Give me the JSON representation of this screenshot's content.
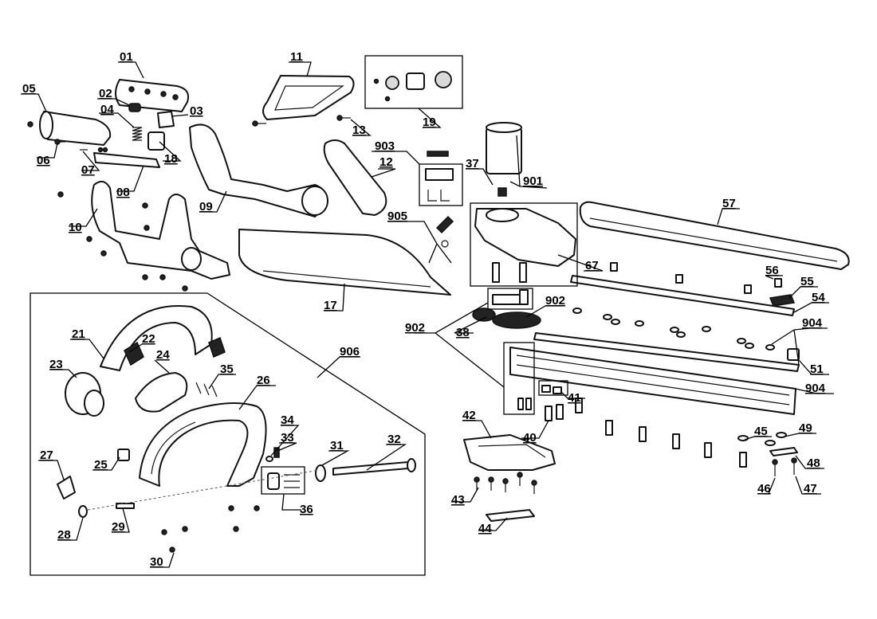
{
  "labels": {
    "l01": "01",
    "l02": "02",
    "l03": "03",
    "l04": "04",
    "l05": "05",
    "l06": "06",
    "l07": "07",
    "l08": "08",
    "l09": "09",
    "l10": "10",
    "l11": "11",
    "l12": "12",
    "l13": "13",
    "l17": "17",
    "l18": "18",
    "l19": "19",
    "l21": "21",
    "l22": "22",
    "l23": "23",
    "l24": "24",
    "l25": "25",
    "l26": "26",
    "l27": "27",
    "l28": "28",
    "l29": "29",
    "l30": "30",
    "l31": "31",
    "l32": "32",
    "l33": "33",
    "l34": "34",
    "l35": "35",
    "l36": "36",
    "l37": "37",
    "l38": "38",
    "l40": "40",
    "l41": "41",
    "l42": "42",
    "l43": "43",
    "l44": "44",
    "l45": "45",
    "l46": "46",
    "l47": "47",
    "l48": "48",
    "l49": "49",
    "l51": "51",
    "l54": "54",
    "l55": "55",
    "l56": "56",
    "l57": "57",
    "l67": "67",
    "l901": "901",
    "l902a": "902",
    "l902b": "902",
    "l903": "903",
    "l904a": "904",
    "l904b": "904",
    "l905": "905",
    "l906": "906"
  }
}
